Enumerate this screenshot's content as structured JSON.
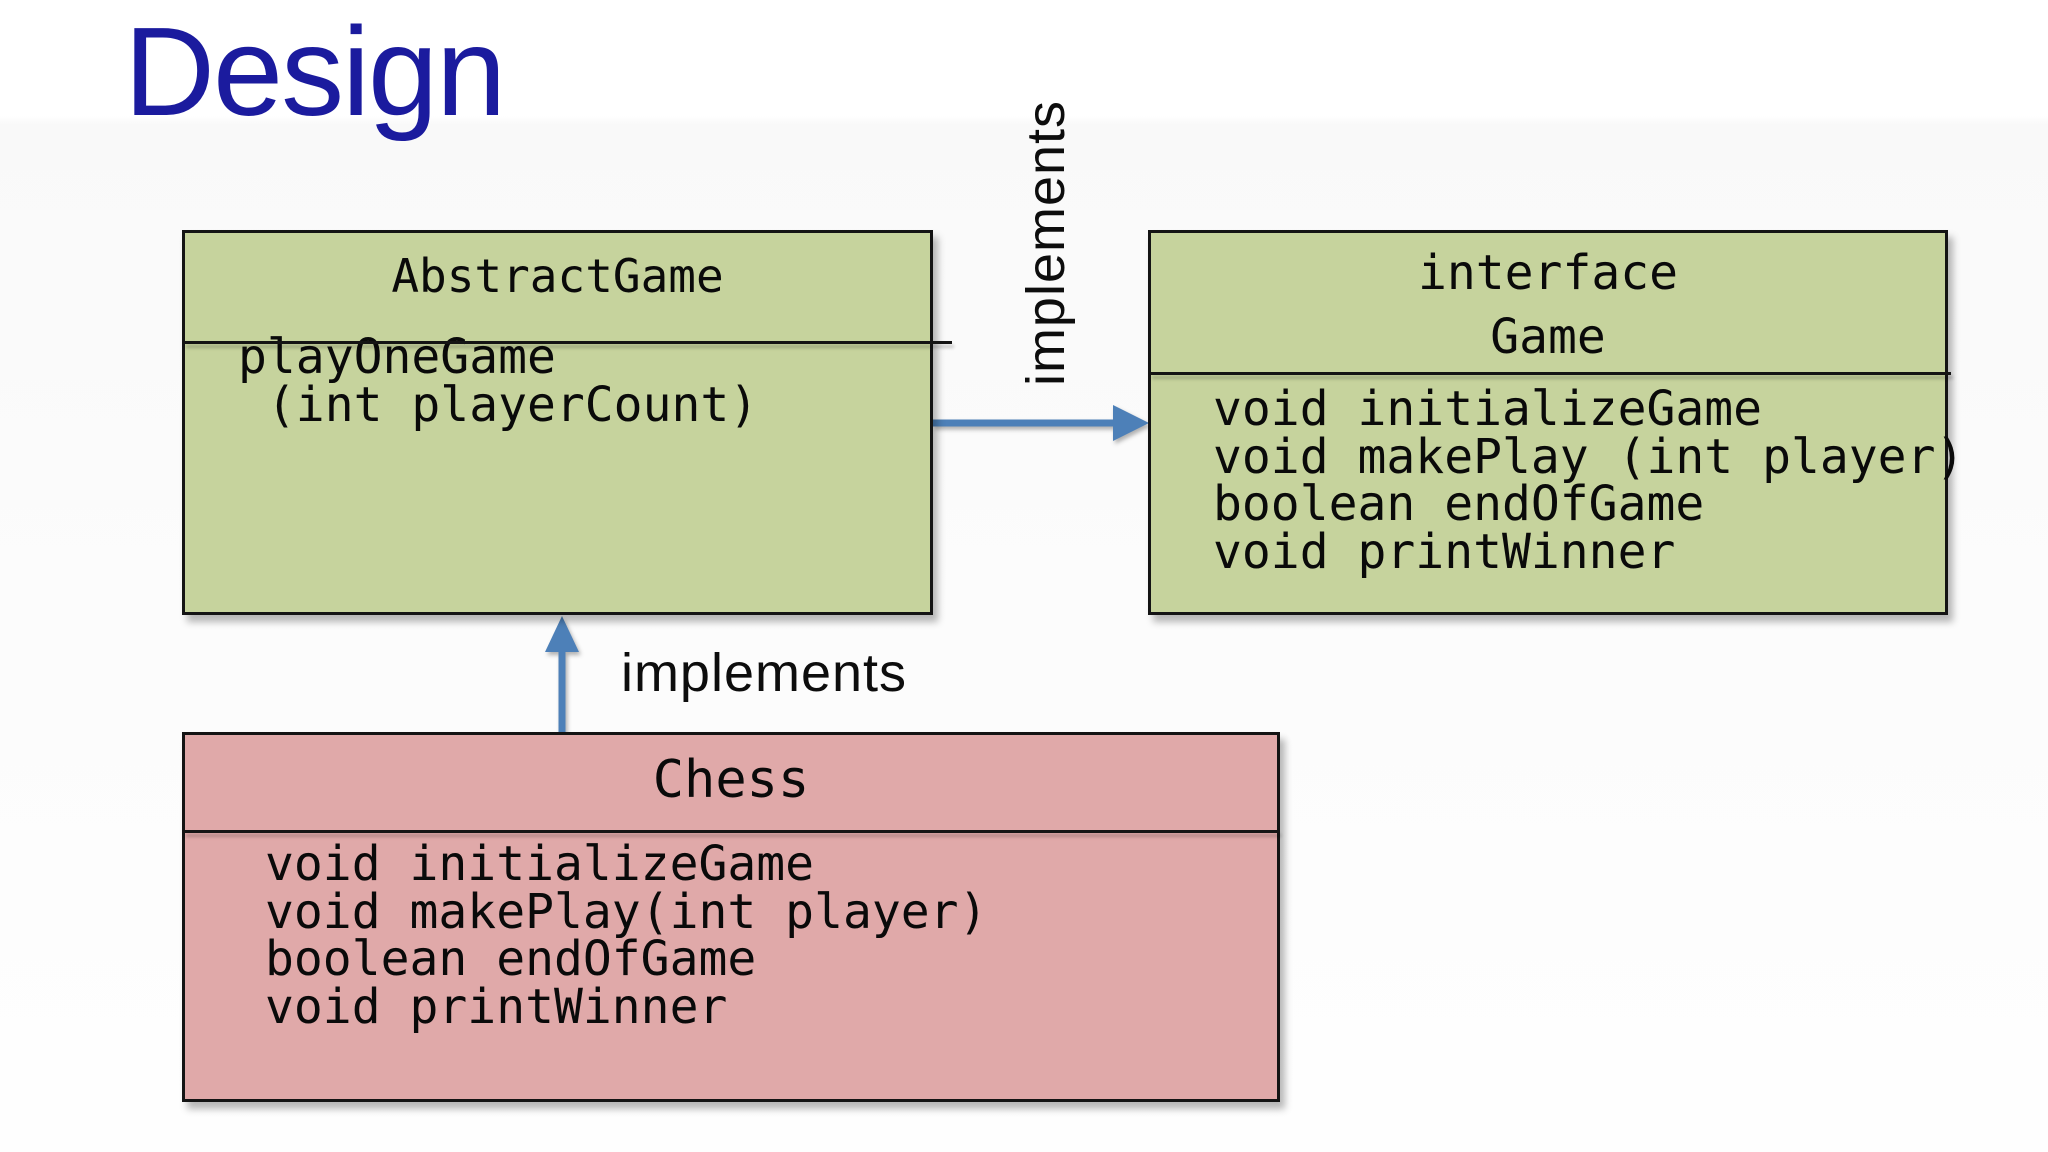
{
  "slide": {
    "title": "Design"
  },
  "diagram": {
    "classes": [
      {
        "name": "AbstractGame",
        "kind": "class",
        "fill": "#c6d39d",
        "header_lines": [
          "AbstractGame"
        ],
        "body_lines": [
          "playOneGame",
          " (int playerCount)"
        ]
      },
      {
        "name": "Game",
        "kind": "interface",
        "fill": "#c6d39d",
        "header_lines": [
          "interface",
          "Game"
        ],
        "body_lines": [
          "void initializeGame",
          "void makePlay (int player)",
          "boolean endOfGame",
          "void printWinner"
        ]
      },
      {
        "name": "Chess",
        "kind": "class",
        "fill": "#e0a9a9",
        "header_lines": [
          "Chess"
        ],
        "body_lines": [
          "void initializeGame",
          "void makePlay(int player)",
          "boolean endOfGame",
          "void printWinner"
        ]
      }
    ],
    "arrow_labels": {
      "abstract_to_interface": "implements",
      "chess_to_abstract": "implements"
    }
  },
  "colors": {
    "title_text": "#1b1b9e",
    "class_fill_green": "#c6d39d",
    "class_fill_pink": "#e0a9a9",
    "box_border": "#141414",
    "arrow_blue": "#4d80b8",
    "body_text": "#0a0a0a",
    "background": "#ffffff"
  }
}
